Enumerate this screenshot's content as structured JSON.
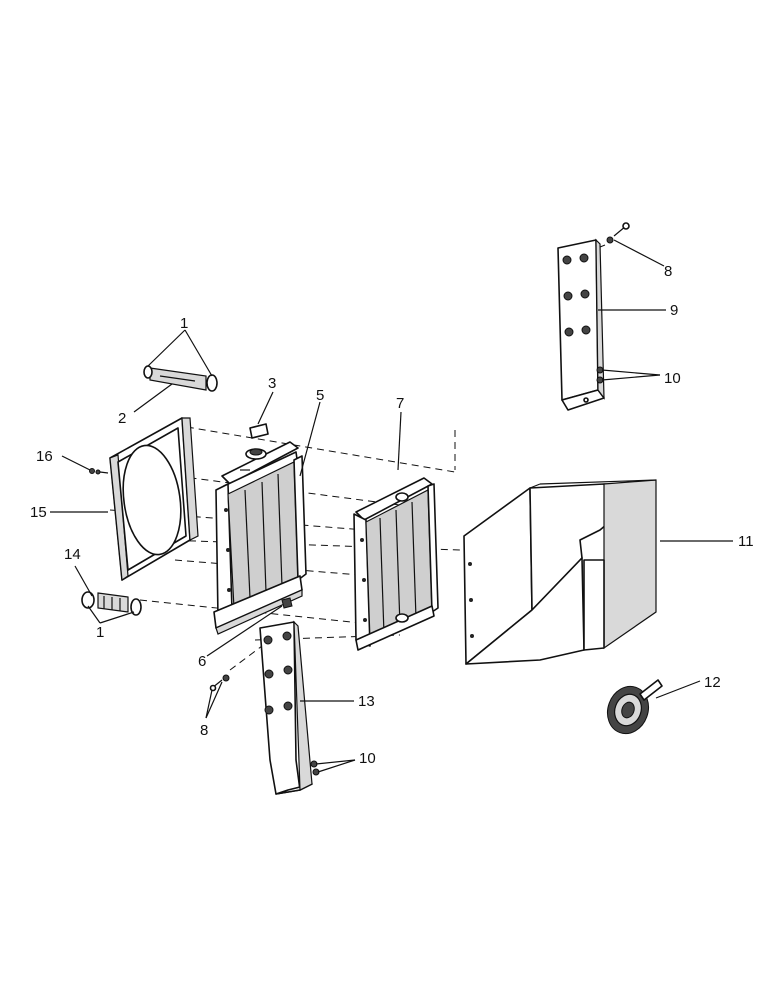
{
  "callouts": [
    {
      "id": "c1a",
      "text": "1"
    },
    {
      "id": "c1b",
      "text": "1"
    },
    {
      "id": "c2",
      "text": "2"
    },
    {
      "id": "c3",
      "text": "3"
    },
    {
      "id": "c5",
      "text": "5"
    },
    {
      "id": "c6",
      "text": "6"
    },
    {
      "id": "c7",
      "text": "7"
    },
    {
      "id": "c8a",
      "text": "8"
    },
    {
      "id": "c8b",
      "text": "8"
    },
    {
      "id": "c9",
      "text": "9"
    },
    {
      "id": "c10a",
      "text": "10"
    },
    {
      "id": "c10b",
      "text": "10"
    },
    {
      "id": "c11",
      "text": "11"
    },
    {
      "id": "c12",
      "text": "12"
    },
    {
      "id": "c13",
      "text": "13"
    },
    {
      "id": "c14",
      "text": "14"
    },
    {
      "id": "c15",
      "text": "15"
    },
    {
      "id": "c16",
      "text": "16"
    }
  ]
}
